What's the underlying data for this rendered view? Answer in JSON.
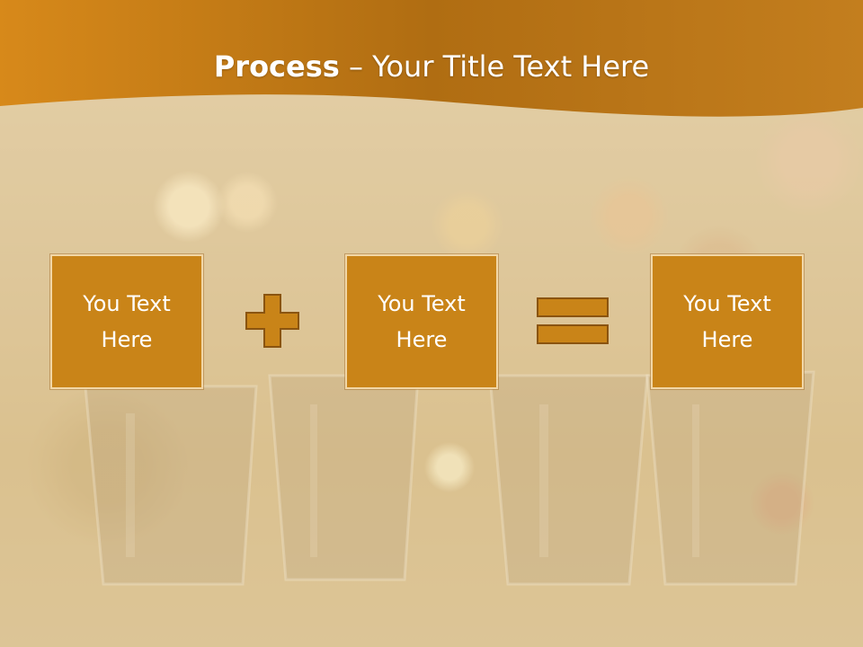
{
  "slide": {
    "title_bold": "Process",
    "title_rest": " – Your Title Text Here"
  },
  "boxes": [
    {
      "line1": "You Text",
      "line2": "Here"
    },
    {
      "line1": "You Text",
      "line2": "Here"
    },
    {
      "line1": "You Text",
      "line2": "Here"
    }
  ],
  "operators": [
    "plus-icon",
    "equals-icon"
  ],
  "colors": {
    "header": "#c3811c",
    "box_fill": "#c98418",
    "box_border": "#f2d7a6",
    "text": "#ffffff"
  }
}
